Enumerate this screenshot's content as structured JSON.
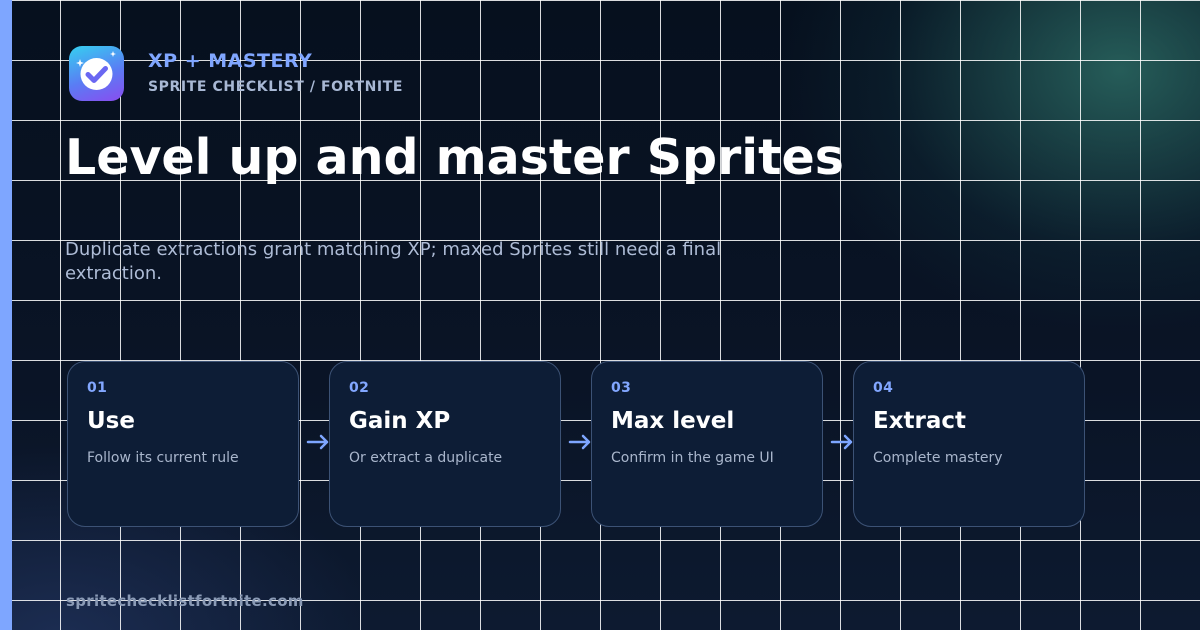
{
  "header": {
    "eyebrow": "XP + MASTERY",
    "breadcrumb": "SPRITE CHECKLIST / FORTNITE"
  },
  "hero": {
    "title": "Level up and master Sprites",
    "subtitle": "Duplicate extractions grant matching XP; maxed Sprites still need a final extraction."
  },
  "steps": [
    {
      "number": "01",
      "title": "Use",
      "description": "Follow its current rule"
    },
    {
      "number": "02",
      "title": "Gain XP",
      "description": "Or extract a duplicate"
    },
    {
      "number": "03",
      "title": "Max level",
      "description": "Confirm in the game UI"
    },
    {
      "number": "04",
      "title": "Extract",
      "description": "Complete mastery"
    }
  ],
  "footer": {
    "site": "spritechecklistfortnite.com"
  },
  "icons": {
    "logo": "checkmark-sparkle-icon",
    "connector": "arrow-right-icon"
  },
  "colors": {
    "accent": "#7ea6ff",
    "card_background": "#0d1d36",
    "card_border": "#3c5275",
    "logo_gradient_start": "#35d0f0",
    "logo_gradient_end": "#8a4cf0"
  }
}
